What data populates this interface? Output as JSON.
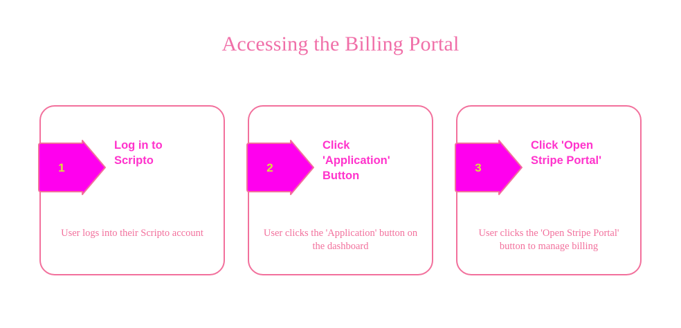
{
  "diagram": {
    "title": "Accessing the Billing Portal",
    "colors": {
      "title_text": "#f06fa8",
      "card_border": "#f2709c",
      "arrow_fill": "#ff00ee",
      "arrow_stroke": "#f2709c",
      "step_number_text": "#d8e03c",
      "step_title_text": "#ff33cc",
      "step_desc_text": "#f2709c",
      "background": "#ffffff"
    },
    "steps": [
      {
        "number": "1",
        "title": "Log in to\nScripto",
        "description": "User logs into their Scripto account",
        "arrow_icon": "right-arrow-icon"
      },
      {
        "number": "2",
        "title": "Click\n'Application'\nButton",
        "description": "User clicks the 'Application' button on the dashboard",
        "arrow_icon": "right-arrow-icon"
      },
      {
        "number": "3",
        "title": "Click 'Open\nStripe Portal'",
        "description": "User clicks the 'Open Stripe Portal' button to manage billing",
        "arrow_icon": "right-arrow-icon"
      }
    ]
  }
}
